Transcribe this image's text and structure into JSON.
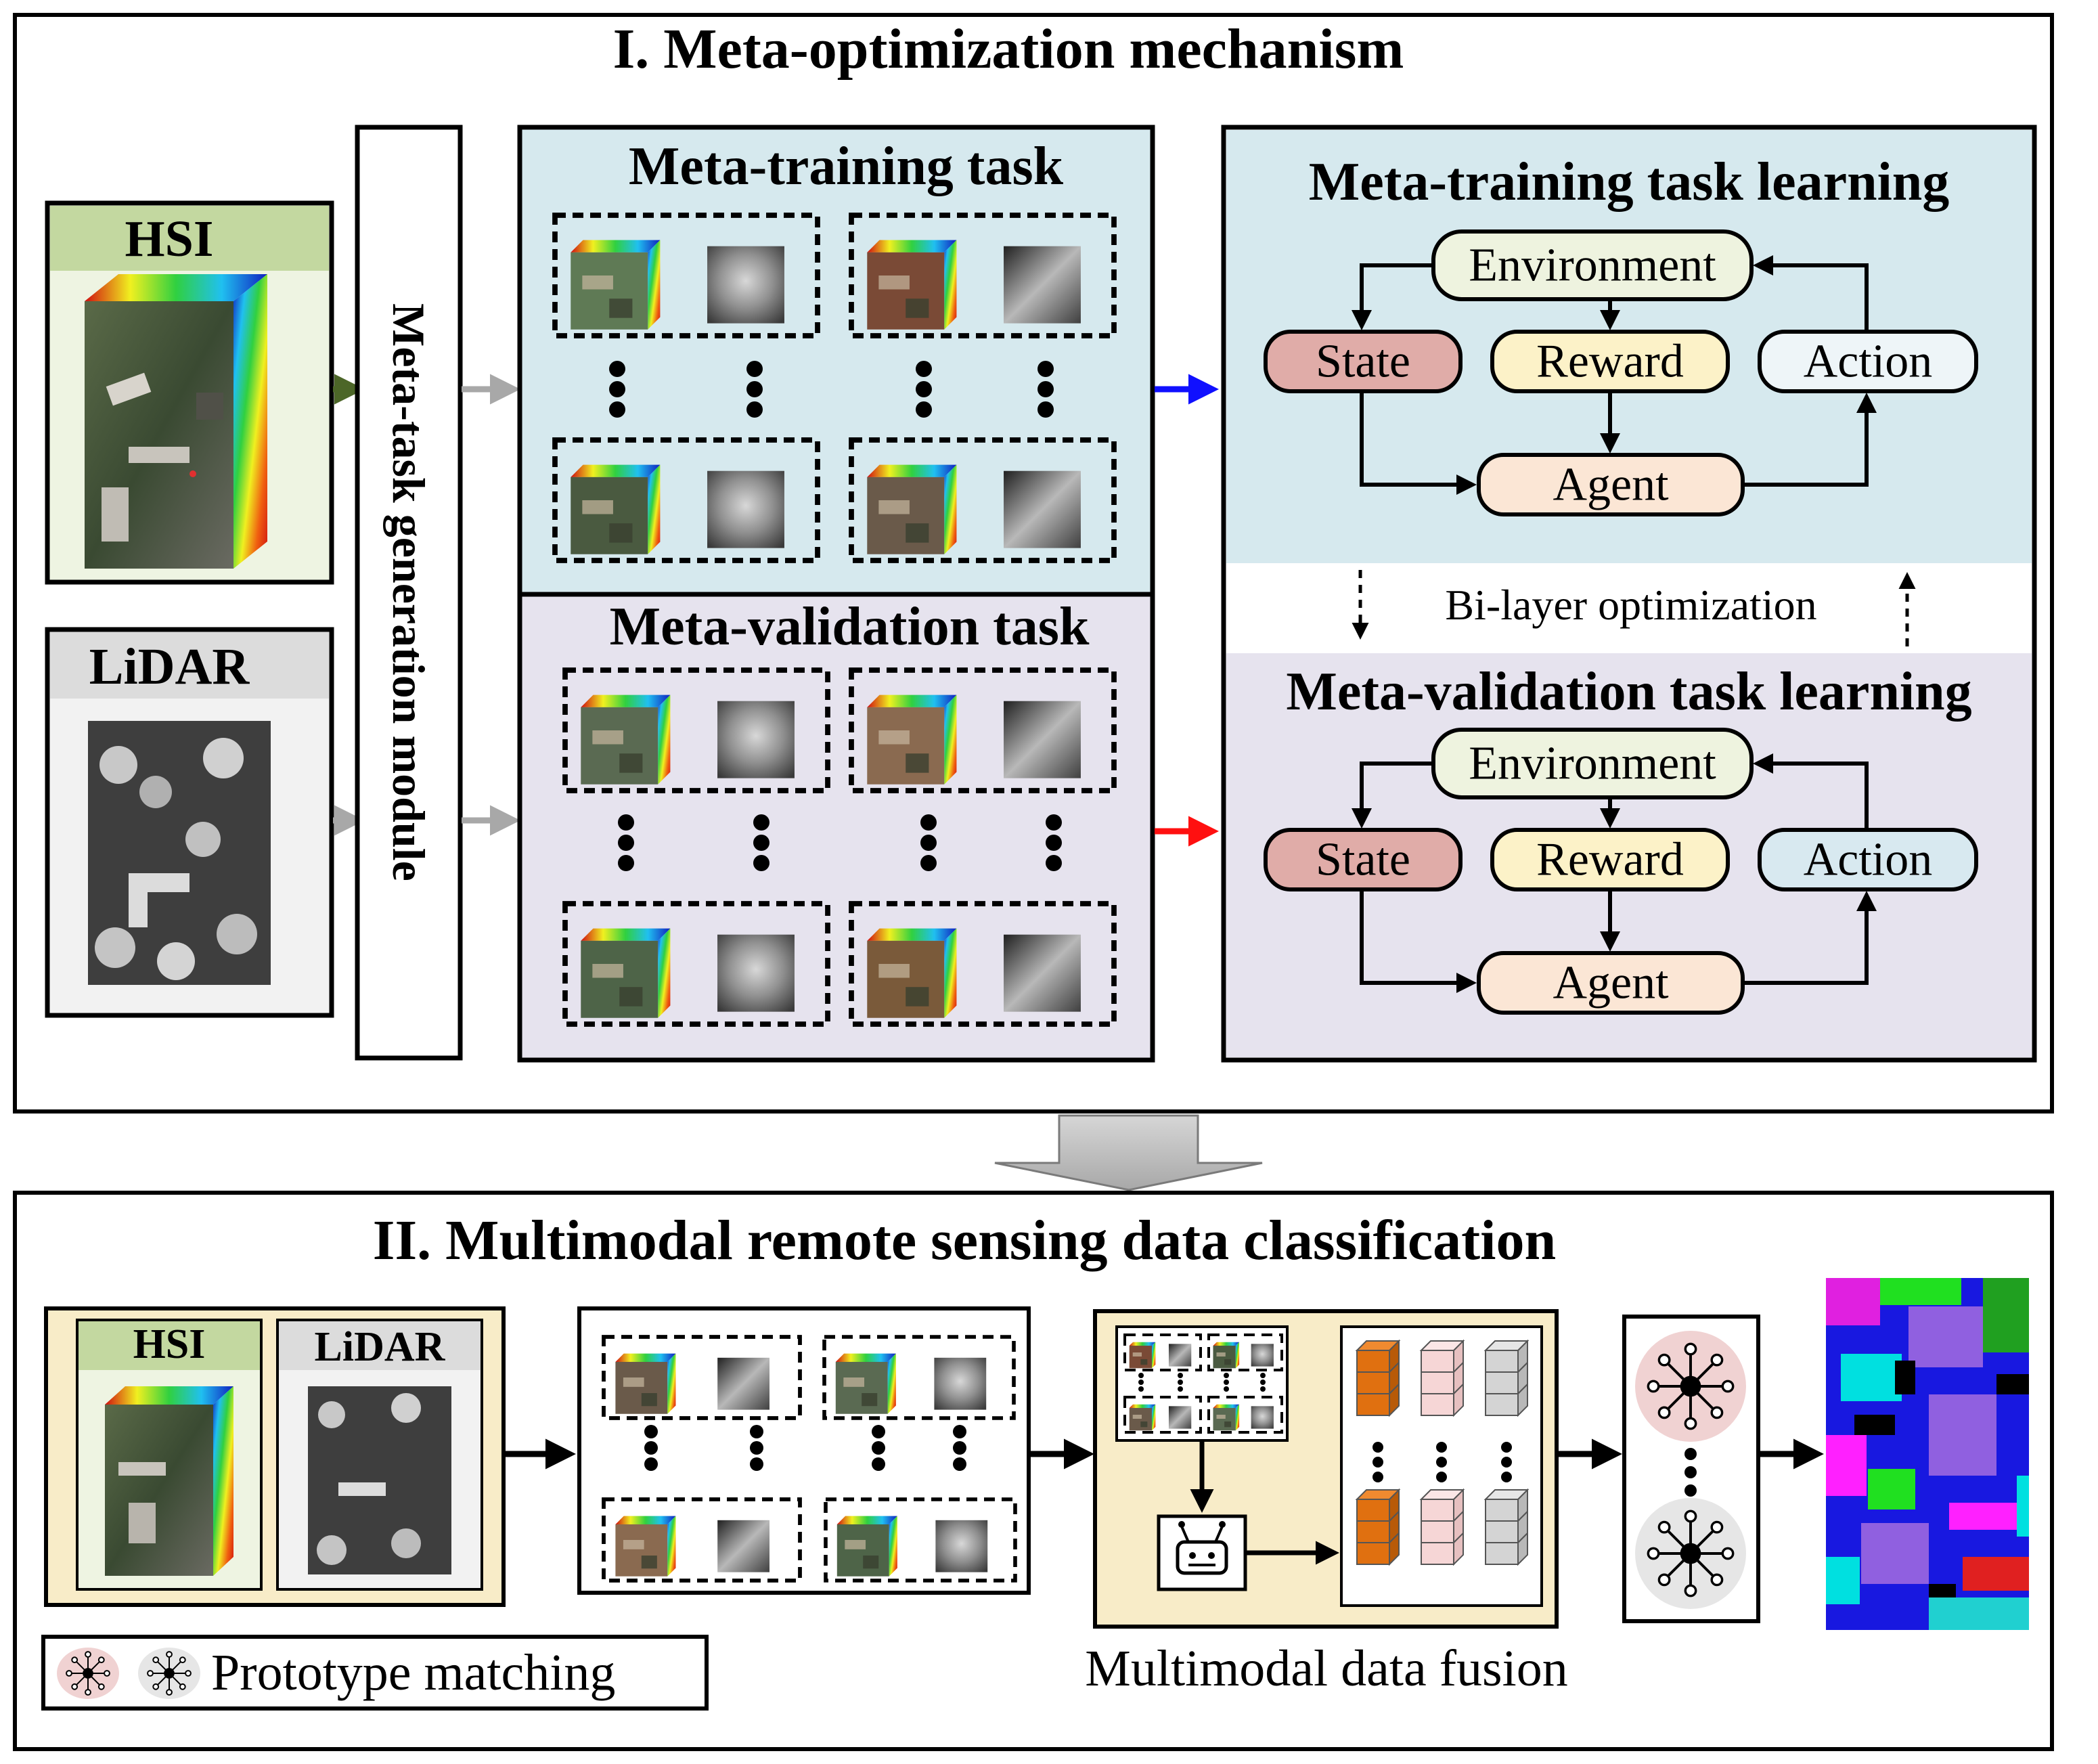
{
  "section1": {
    "title": "I. Meta-optimization mechanism",
    "hsi_label": "HSI",
    "lidar_label": "LiDAR",
    "generation_module": "Meta-task generation module",
    "meta_training_task": "Meta-training task",
    "meta_validation_task": "Meta-validation task",
    "training_learning_title": "Meta-training task learning",
    "validation_learning_title": "Meta-validation task learning",
    "bilayer": "Bi-layer optimization",
    "rl_nodes": {
      "environment": "Environment",
      "state": "State",
      "reward": "Reward",
      "action": "Action",
      "agent": "Agent"
    }
  },
  "section2": {
    "title": "II. Multimodal remote sensing data classification",
    "hsi_label": "HSI",
    "lidar_label": "LiDAR",
    "fusion_caption": "Multimodal data fusion",
    "legend_label": "Prototype matching"
  },
  "colors": {
    "training_bg": "#d6e9ee",
    "validation_bg": "#e6e3ee",
    "hsi_header": "#c3d8a0",
    "hsi_panel": "#eef4e2",
    "lidar_header": "#dcdcdc",
    "lidar_panel": "#f2f2f2",
    "input_panel2": "#f8ecc8",
    "fusion_panel": "#f8ecc8",
    "env_node": "#eef3df",
    "state_node": "#e0aca8",
    "reward_node": "#fcf2c8",
    "action_node_training": "#eef5f8",
    "action_node_validation": "#d8e9f0",
    "agent_node": "#fbe6d5",
    "arrow_green": "#4c6628",
    "arrow_blue": "#1010ff",
    "arrow_red": "#ff1010",
    "proto_pink": "#f0d2d2",
    "proto_grey": "#e6e6e6",
    "cube_orange": "#e07010",
    "cube_pink": "#f6d6d6",
    "cube_grey": "#d4d4d4"
  },
  "icons": [
    "hsi-cube-icon",
    "lidar-image-icon",
    "robot-agent-icon",
    "prototype-network-icon",
    "feature-cube-icon",
    "classification-map-icon"
  ]
}
